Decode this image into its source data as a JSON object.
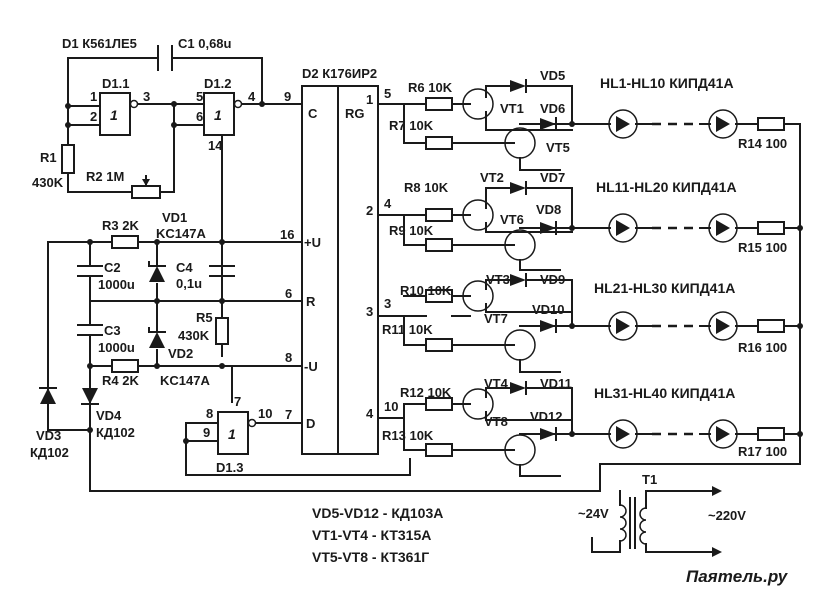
{
  "labels": {
    "d1_title": "D1 К561ЛЕ5",
    "c1": "C1 0,68u",
    "d2_title": "D2 К176ИР2",
    "d11": "D1.1",
    "d12": "D1.2",
    "d13": "D1.3",
    "r1": "R1",
    "r1v": "430K",
    "r2": "R2 1M",
    "r3": "R3 2K",
    "r4": "R4 2K",
    "r5": "R5",
    "r5v": "430K",
    "vd1": "VD1",
    "vd1t": "KC147A",
    "vd2": "VD2",
    "vd2t": "KC147A",
    "c2": "C2",
    "c2v": "1000u",
    "c3": "C3",
    "c3v": "1000u",
    "c4": "C4",
    "c4v": "0,1u",
    "vd3": "VD3",
    "vd4": "VD4",
    "kd102a": "КД102",
    "kd102b": "КД102",
    "rg": "RG",
    "pin_c": "C",
    "pin_u": "+U",
    "pin_r": "R",
    "pin_mu": "-U",
    "pin_d": "D",
    "one": "1",
    "hl1": "HL1-HL10 КИПД41А",
    "hl2": "HL11-HL20 КИПД41А",
    "hl3": "HL21-HL30 КИПД41А",
    "hl4": "HL31-HL40 КИПД41А",
    "t1": "T1",
    "v24": "~24V",
    "v220": "~220V",
    "note1": "VD5-VD12 - КД103А",
    "note2": "VT1-VT4 - КТ315А",
    "note3": "VT5-VT8 - КТ361Г",
    "watermark": "Паяmель.ру"
  },
  "pins": {
    "p1": "1",
    "p2": "2",
    "p3": "3",
    "p4": "4",
    "p5": "5",
    "p6": "6",
    "p7": "7",
    "p8": "8",
    "p9": "9",
    "p10": "10",
    "p14": "14",
    "p16": "16",
    "q1": "1",
    "q2": "2",
    "q3": "3",
    "q4": "4",
    "o5": "5",
    "o4": "4",
    "o3": "3",
    "o10": "10",
    "d6": "6",
    "d8": "8",
    "d7": "7"
  },
  "channels": [
    {
      "ra": "R6 10K",
      "rb": "R7 10K",
      "vta": "VT1",
      "vtb": "VT5",
      "vda": "VD5",
      "vdb": "VD6",
      "rl": "R14 100"
    },
    {
      "ra": "R8 10K",
      "rb": "R9 10K",
      "vta": "VT2",
      "vtb": "VT6",
      "vda": "VD7",
      "vdb": "VD8",
      "rl": "R15 100"
    },
    {
      "ra": "R10 10K",
      "rb": "R11 10K",
      "vta": "VT3",
      "vtb": "VT7",
      "vda": "VD9",
      "vdb": "VD10",
      "rl": "R16 100"
    },
    {
      "ra": "R12 10K",
      "rb": "R13 10K",
      "vta": "VT4",
      "vtb": "VT8",
      "vda": "VD11",
      "vdb": "VD12",
      "rl": "R17 100"
    }
  ]
}
